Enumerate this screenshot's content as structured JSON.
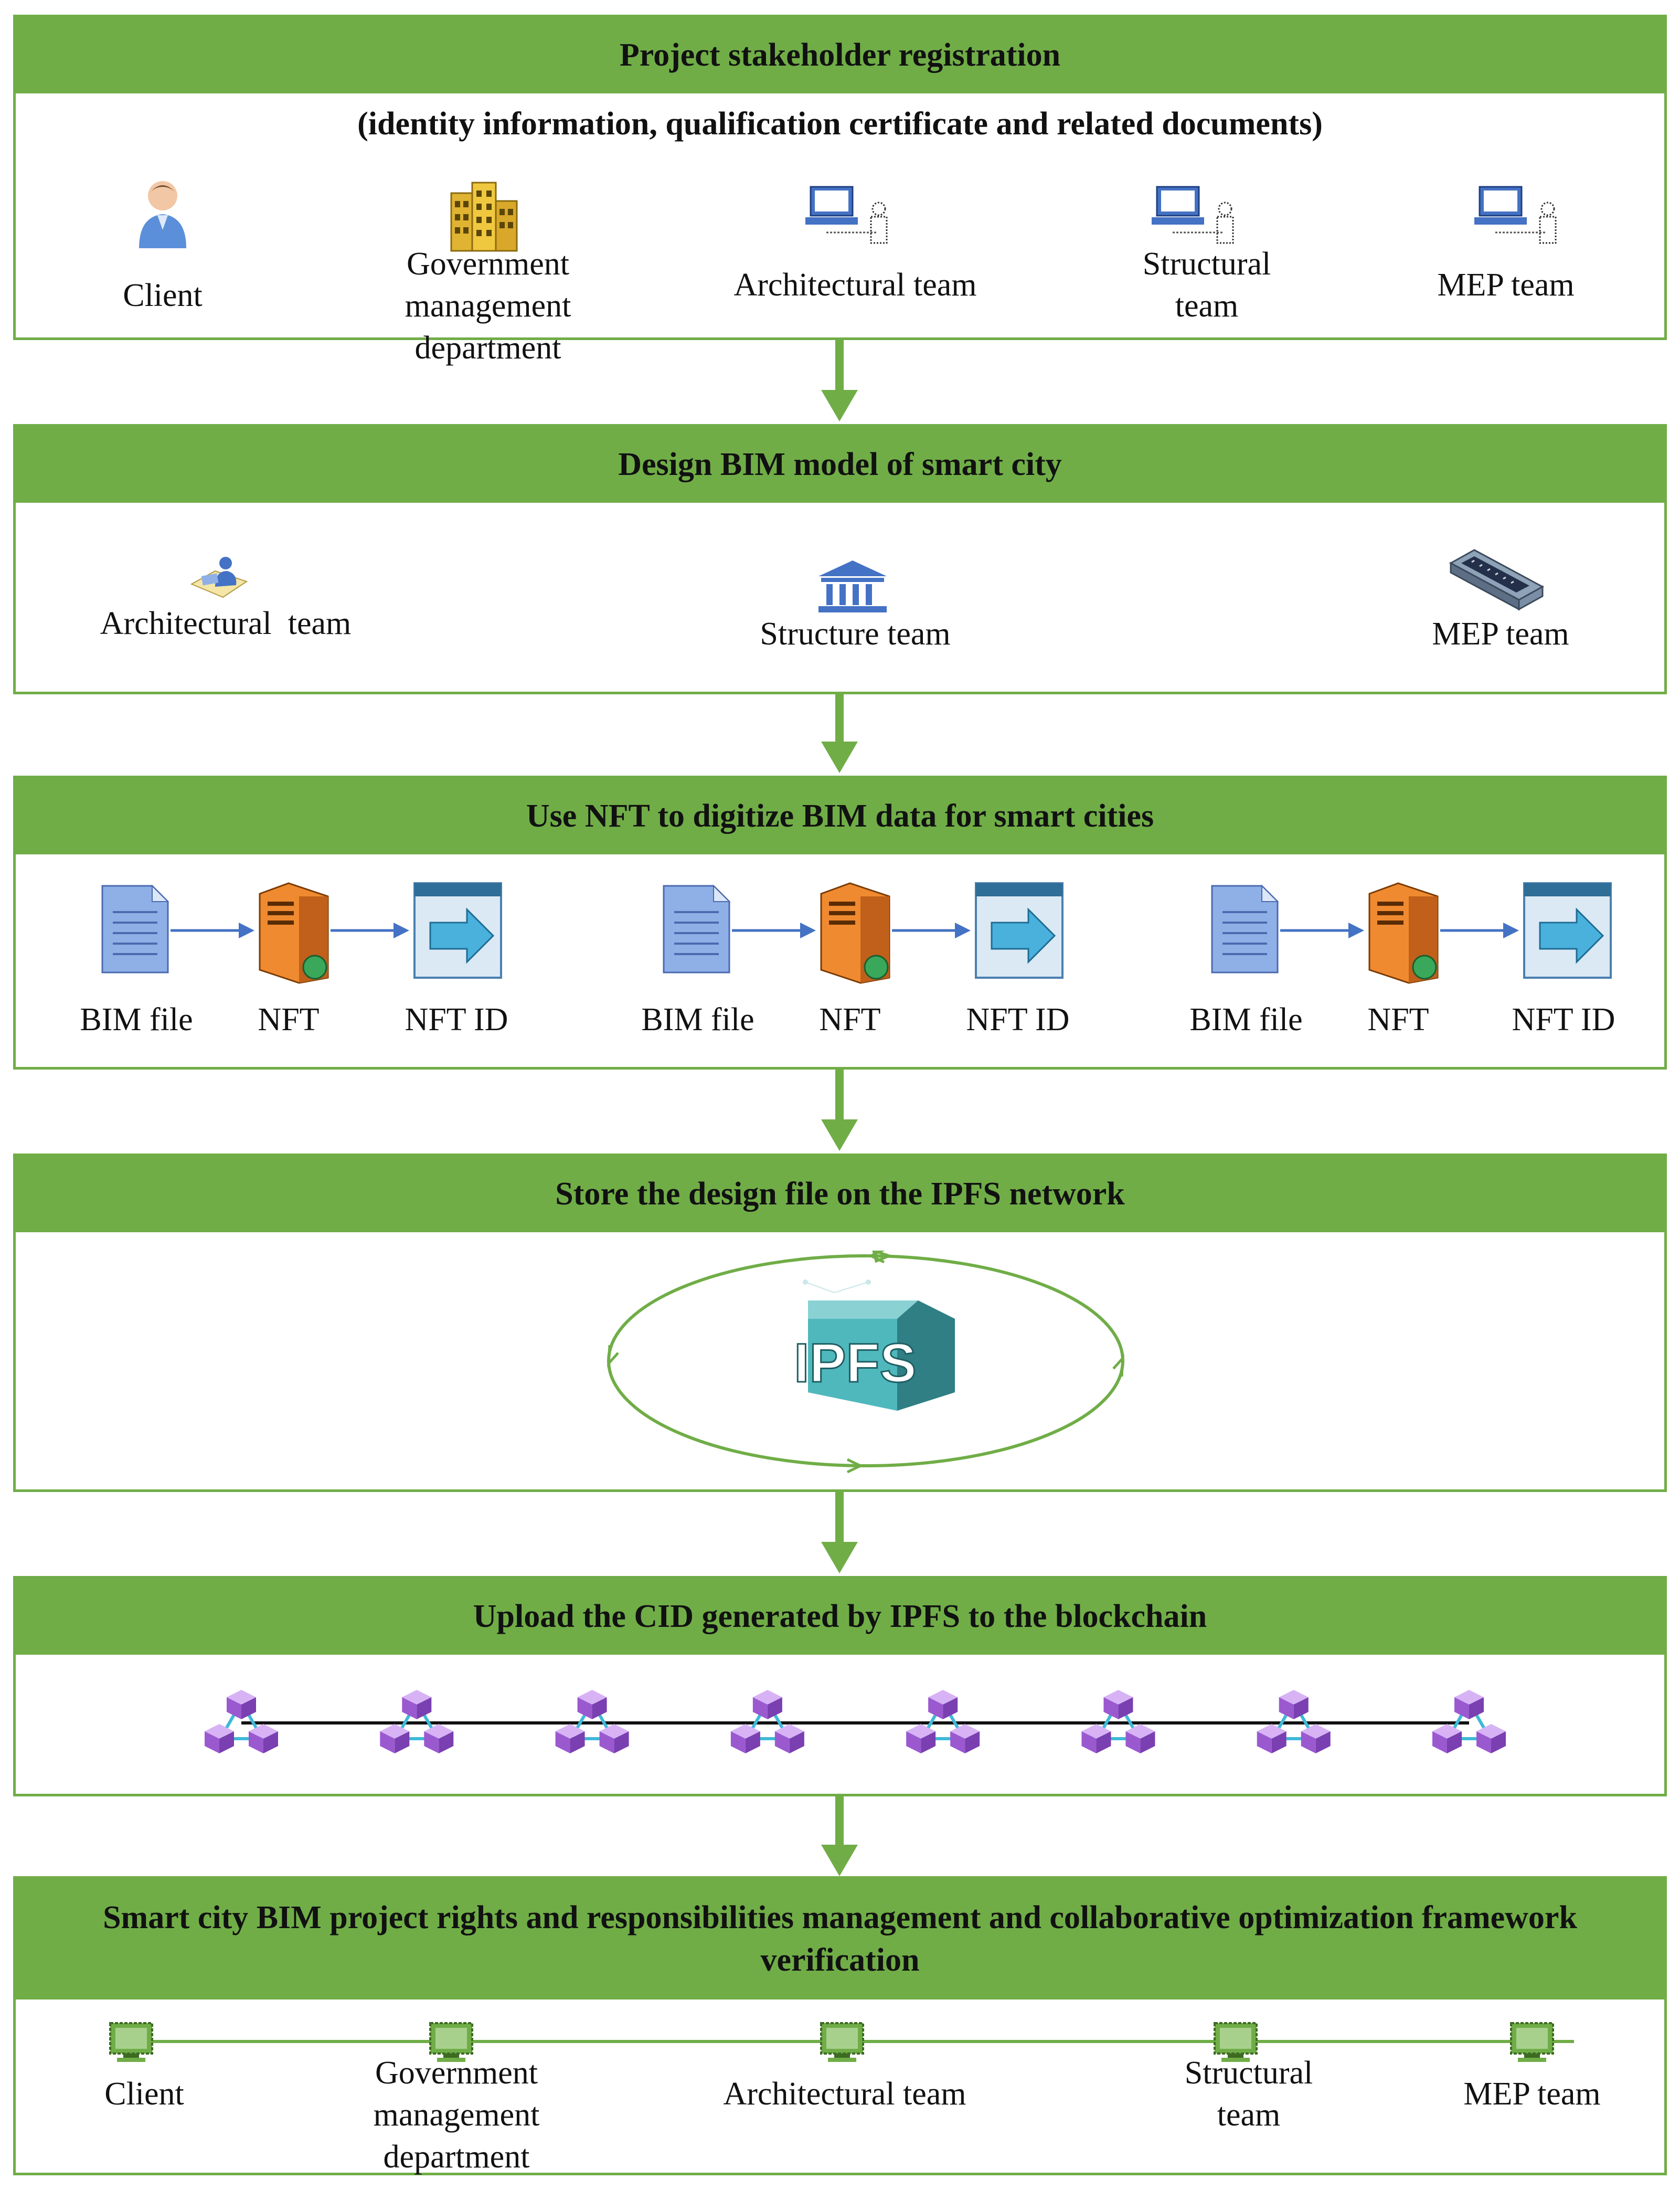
{
  "sections": [
    {
      "title": "Project stakeholder registration",
      "subtitle": "(identity information, qualification certificate and related documents)",
      "items": [
        "Client",
        "Government management department",
        "Architectural team",
        "Structural team",
        "MEP team"
      ]
    },
    {
      "title": "Design BIM model of smart city",
      "items": [
        "Architectural  team",
        "Structure team",
        "MEP team"
      ]
    },
    {
      "title": "Use NFT to digitize BIM data for smart cities",
      "labels": {
        "bim_file": "BIM file",
        "nft": "NFT",
        "nft_id": "NFT ID"
      }
    },
    {
      "title": "Store the design file on the IPFS network",
      "logo_text": "IPFS"
    },
    {
      "title": "Upload the CID generated by IPFS to the blockchain",
      "node_count": 8
    },
    {
      "title": "Smart city BIM project rights and responsibilities management and collaborative optimization framework verification",
      "items": [
        "Client",
        "Government management department",
        "Architectural team",
        "Structural team",
        "MEP team"
      ]
    }
  ],
  "colors": {
    "accent": "#70ad47",
    "icon_blue": "#4472c4",
    "chain_purple": "#9b59d0",
    "ipfs_teal": "#4fb8bd"
  }
}
